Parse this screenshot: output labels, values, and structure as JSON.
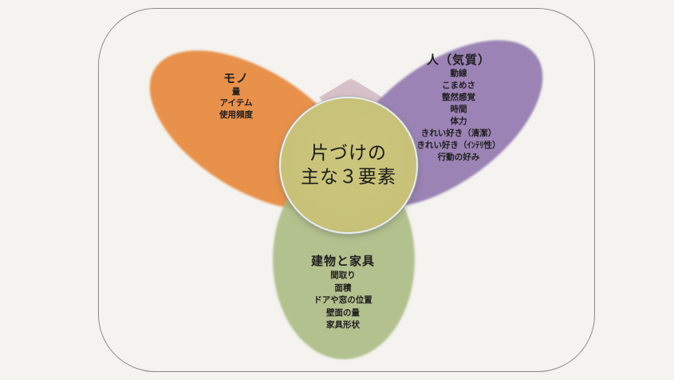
{
  "diagram": {
    "center": {
      "line1": "片づけの",
      "line2": "主な３要素"
    },
    "groups": [
      {
        "title": "モノ",
        "color": "#E8914A",
        "items": [
          "量",
          "アイテム",
          "使用頻度"
        ]
      },
      {
        "title": "人（気質）",
        "color": "#9A83B5",
        "items": [
          "動線",
          "こまめさ",
          "整然感覚",
          "時間",
          "体力",
          "きれい好き（清潔）",
          "きれい好き（ｲﾝﾃﾘ性）",
          "行動の好み"
        ]
      },
      {
        "title": "建物と家具",
        "color": "#B4C18F",
        "items": [
          "間取り",
          "面積",
          "ドアや窓の位置",
          "壁面の量",
          "家具形状"
        ]
      }
    ],
    "center_color": "#C9C47A",
    "background_color": "#F4F3EF",
    "frame_color": "#8A8A8A"
  }
}
